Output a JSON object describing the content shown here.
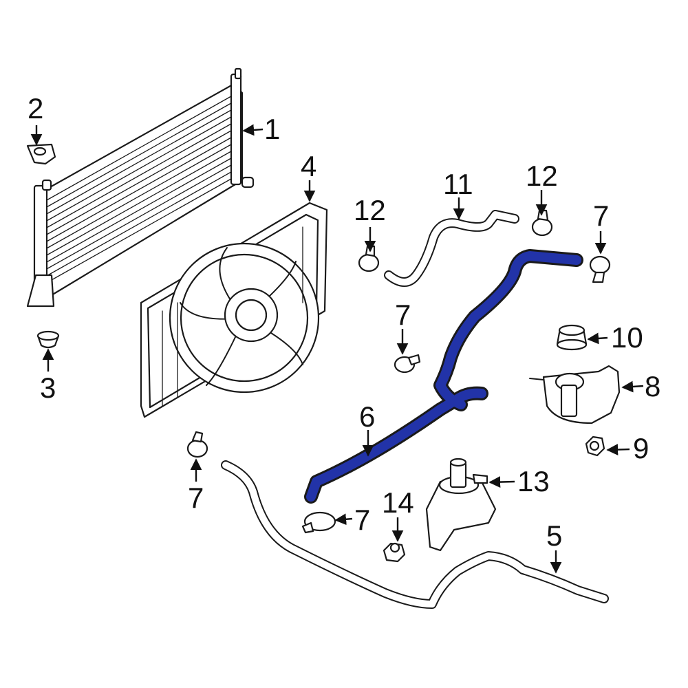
{
  "diagram": {
    "highlight_color": "#2233a8",
    "outline_color": "#1a1a1a",
    "background": "#ffffff",
    "callouts": [
      {
        "id": "label-1",
        "text": "1"
      },
      {
        "id": "label-2",
        "text": "2"
      },
      {
        "id": "label-3",
        "text": "3"
      },
      {
        "id": "label-4",
        "text": "4"
      },
      {
        "id": "label-5",
        "text": "5"
      },
      {
        "id": "label-6",
        "text": "6"
      },
      {
        "id": "label-7a",
        "text": "7"
      },
      {
        "id": "label-7b",
        "text": "7"
      },
      {
        "id": "label-7c",
        "text": "7"
      },
      {
        "id": "label-7d",
        "text": "7"
      },
      {
        "id": "label-8",
        "text": "8"
      },
      {
        "id": "label-9",
        "text": "9"
      },
      {
        "id": "label-10",
        "text": "10"
      },
      {
        "id": "label-11",
        "text": "11"
      },
      {
        "id": "label-12a",
        "text": "12"
      },
      {
        "id": "label-12b",
        "text": "12"
      },
      {
        "id": "label-13",
        "text": "13"
      },
      {
        "id": "label-14",
        "text": "14"
      }
    ]
  }
}
